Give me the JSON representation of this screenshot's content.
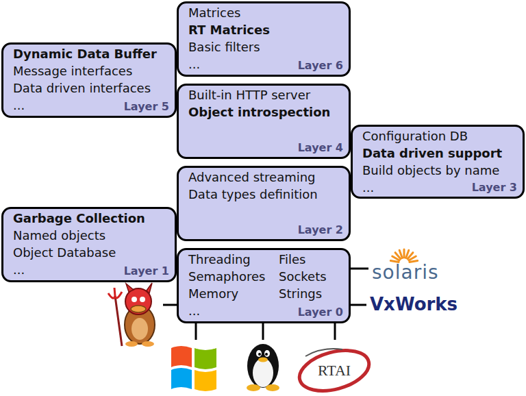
{
  "diagram": {
    "nodes": [
      {
        "text": [
          "Matrices",
          "RT Matrices",
          "Basic filters",
          "...",
          "Layer 6"
        ]
      },
      {
        "text": [
          "Dynamic Data Buffer",
          "Message interfaces",
          "Data driven interfaces",
          "...",
          "Layer 5"
        ]
      },
      {
        "text": [
          "Built-in HTTP server",
          "Object introspection",
          "Layer 4"
        ]
      },
      {
        "text": [
          "Configuration DB",
          "Data driven support",
          "Build objects by name",
          "...",
          "Layer 3"
        ]
      },
      {
        "text": [
          "Advanced streaming",
          "Data types definition",
          "Layer 2"
        ]
      },
      {
        "text": [
          "Garbage Collection",
          "Named objects",
          "Object Database",
          "...",
          "Layer 1"
        ]
      },
      {
        "text": [
          "Threading",
          "Semaphores",
          "Memory",
          "...",
          "Files",
          "Sockets",
          "Strings",
          "Layer 0"
        ]
      }
    ],
    "labels": [
      "solaris",
      "VxWorks",
      "RTAI"
    ]
  }
}
